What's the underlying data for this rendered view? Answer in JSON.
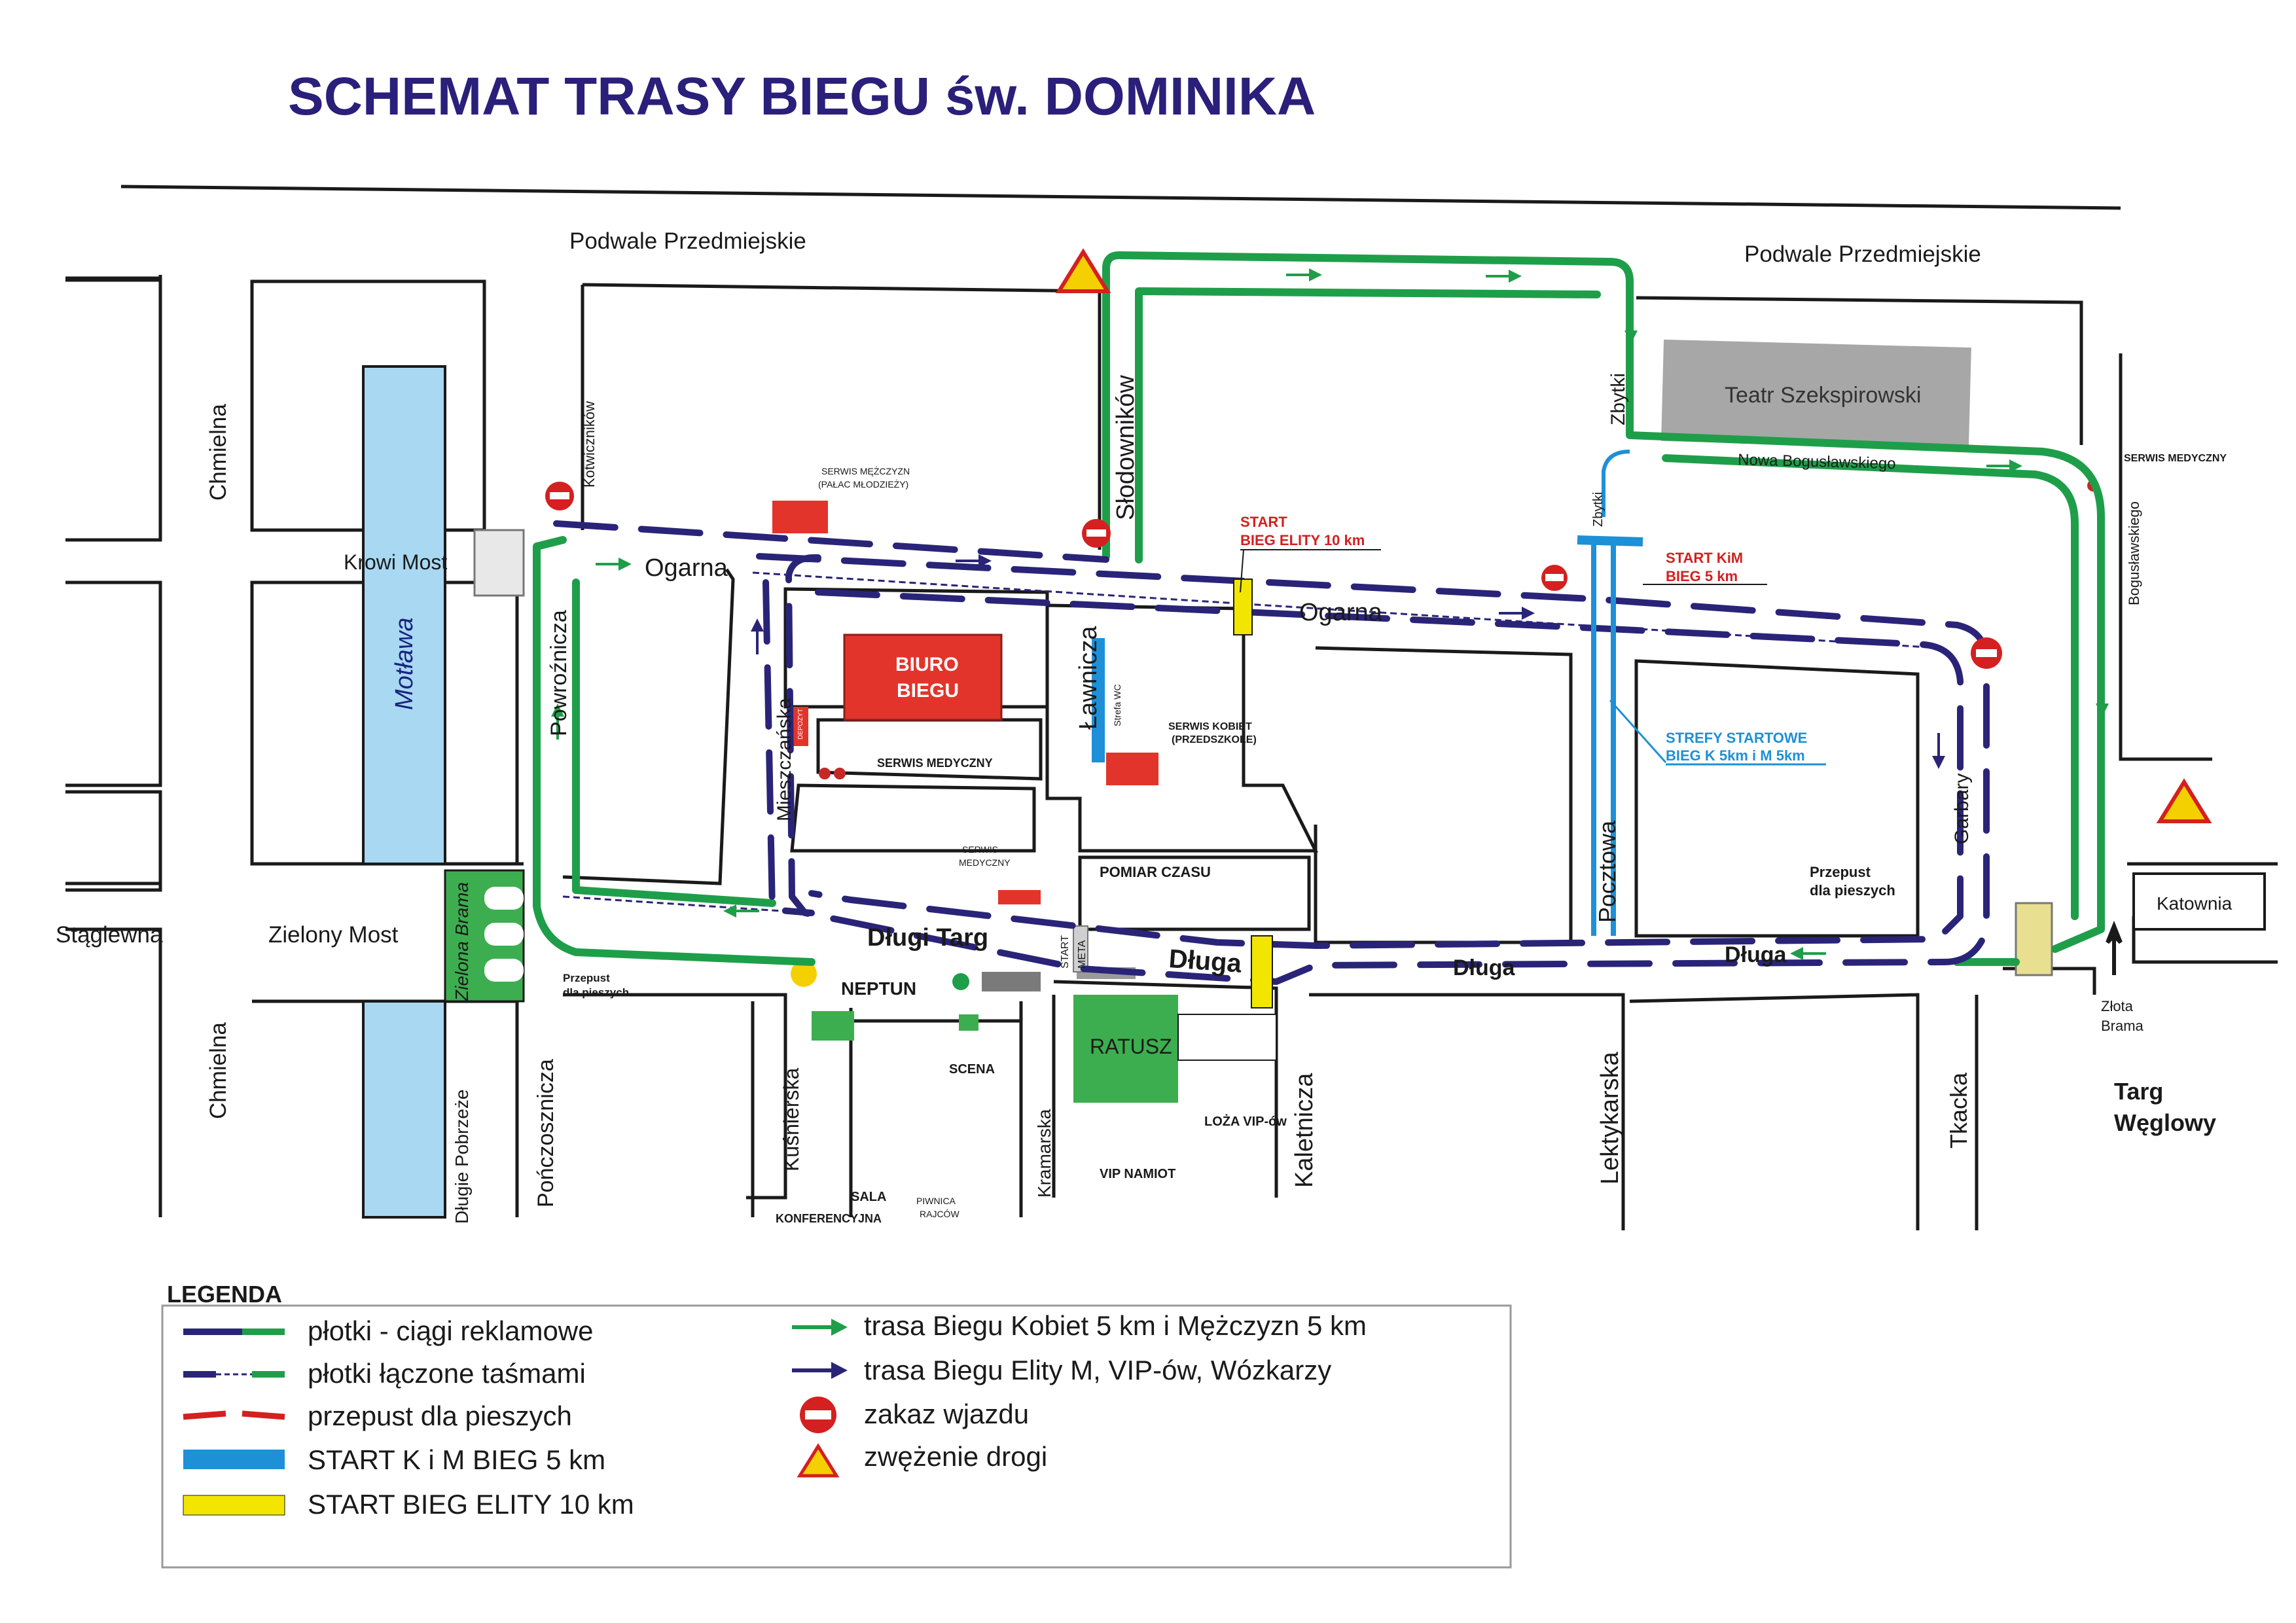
{
  "title": "SCHEMAT TRASY BIEGU św. DOMINIKA",
  "streets": {
    "podwale_left": "Podwale Przedmiejskie",
    "podwale_right": "Podwale Przedmiejskie",
    "chmielna_top": "Chmielna",
    "chmielna_bottom": "Chmielna",
    "stagiewna": "Stągiewna",
    "zielony_most": "Zielony Most",
    "krowi_most": "Krowi Most",
    "motlawa": "Motława",
    "kotwicznikow": "Kotwiczników",
    "powroznicza": "Powroźnicza",
    "ogarna_left": "Ogarna",
    "ogarna_mid": "Ogarna",
    "mieszczanska": "Mieszczańska",
    "lawnicza": "Ławnicza",
    "slodownikow": "Słodowników",
    "zbytki_top": "Zbytki",
    "zbytki_small": "Zbytki",
    "nowa_boguslawskiego": "Nowa Bogusławskiego",
    "boguslawskiego": "Bogusławskiego",
    "pocztowa": "Pocztowa",
    "garbary": "Garbary",
    "dlugi_targ": "Długi Targ",
    "dluga_1": "Długa",
    "dluga_2": "Długa",
    "dluga_3": "Długa",
    "zielona_brama": "Zielona Brama",
    "dlugie_pobrzeze": "Długie Pobrzeże",
    "ponczosznicza": "Pończosznicza",
    "kusnierska": "Kuśnierska",
    "kramarska": "Kramarska",
    "kaletnicza": "Kaletnicza",
    "lektykarska": "Lektykarska",
    "tkacka": "Tkacka",
    "targ_weglowy_1": "Targ",
    "targ_weglowy_2": "Węglowy",
    "zlota_brama_1": "Złota",
    "zlota_brama_2": "Brama",
    "katownia": "Katownia"
  },
  "places": {
    "teatr": "Teatr Szekspirowski",
    "biuro_1": "BIURO",
    "biuro_2": "BIEGU",
    "ratusz": "RATUSZ",
    "neptun": "NEPTUN",
    "scena": "SCENA",
    "loza": "LOŻA VIP-ów",
    "vip_namiot": "VIP NAMIOT",
    "sala_1": "SALA",
    "sala_2": "KONFERENCYJNA",
    "piwnica_1": "PIWNICA",
    "piwnica_2": "RAJCÓW",
    "pomiar": "POMIAR CZASU",
    "serwis_mez_1": "SERWIS MĘŻCZYZN",
    "serwis_mez_2": "(PAŁAC MŁODZIEŻY)",
    "serwis_kob_1": "SERWIS KOBIET",
    "serwis_kob_2": "(PRZEDSZKOLE)",
    "serwis_med_a": "SERWIS MEDYCZNY",
    "serwis_med_b_1": "SERWIS",
    "serwis_med_b_2": "MEDYCZNY",
    "serwis_med_c": "SERWIS MEDYCZNY",
    "strefa_wc": "Strefa WC",
    "depozyt": "DEPOZYT",
    "start_small": "START",
    "meta_small": "META",
    "przepust_left_1": "Przepust",
    "przepust_left_2": "dla pieszych",
    "przepust_right_1": "Przepust",
    "przepust_right_2": "dla pieszych"
  },
  "callouts": {
    "start_elity_1": "START",
    "start_elity_2": "BIEG ELITY 10 km",
    "start_kim_1": "START KiM",
    "start_kim_2": "BIEG  5 km",
    "strefy_1": "STREFY STARTOWE",
    "strefy_2": "BIEG K 5km i M 5km"
  },
  "legend": {
    "heading": "LEGENDA",
    "items_left": [
      "płotki - ciągi reklamowe",
      "płotki łączone taśmami",
      "przepust dla pieszych",
      "START K i M BIEG 5 km",
      "START BIEG ELITY 10 km"
    ],
    "items_right": [
      "trasa Biegu Kobiet 5 km i Mężczyzn 5 km",
      "trasa Biegu Elity M, VIP-ów, Wózkarzy",
      "zakaz wjazdu",
      "zwężenie drogi"
    ]
  },
  "colors": {
    "title": "#2a1f7a",
    "green_route": "#1f9e4a",
    "navy_route": "#2a2478",
    "river": "#a8d8f2",
    "start_blue": "#1e90d8",
    "start_yellow": "#f2e600",
    "building_red": "#e3342b",
    "building_green": "#3dae4f",
    "building_gray": "#a7a7a7",
    "callout_red": "#d42020",
    "callout_blue": "#1e90d8"
  }
}
